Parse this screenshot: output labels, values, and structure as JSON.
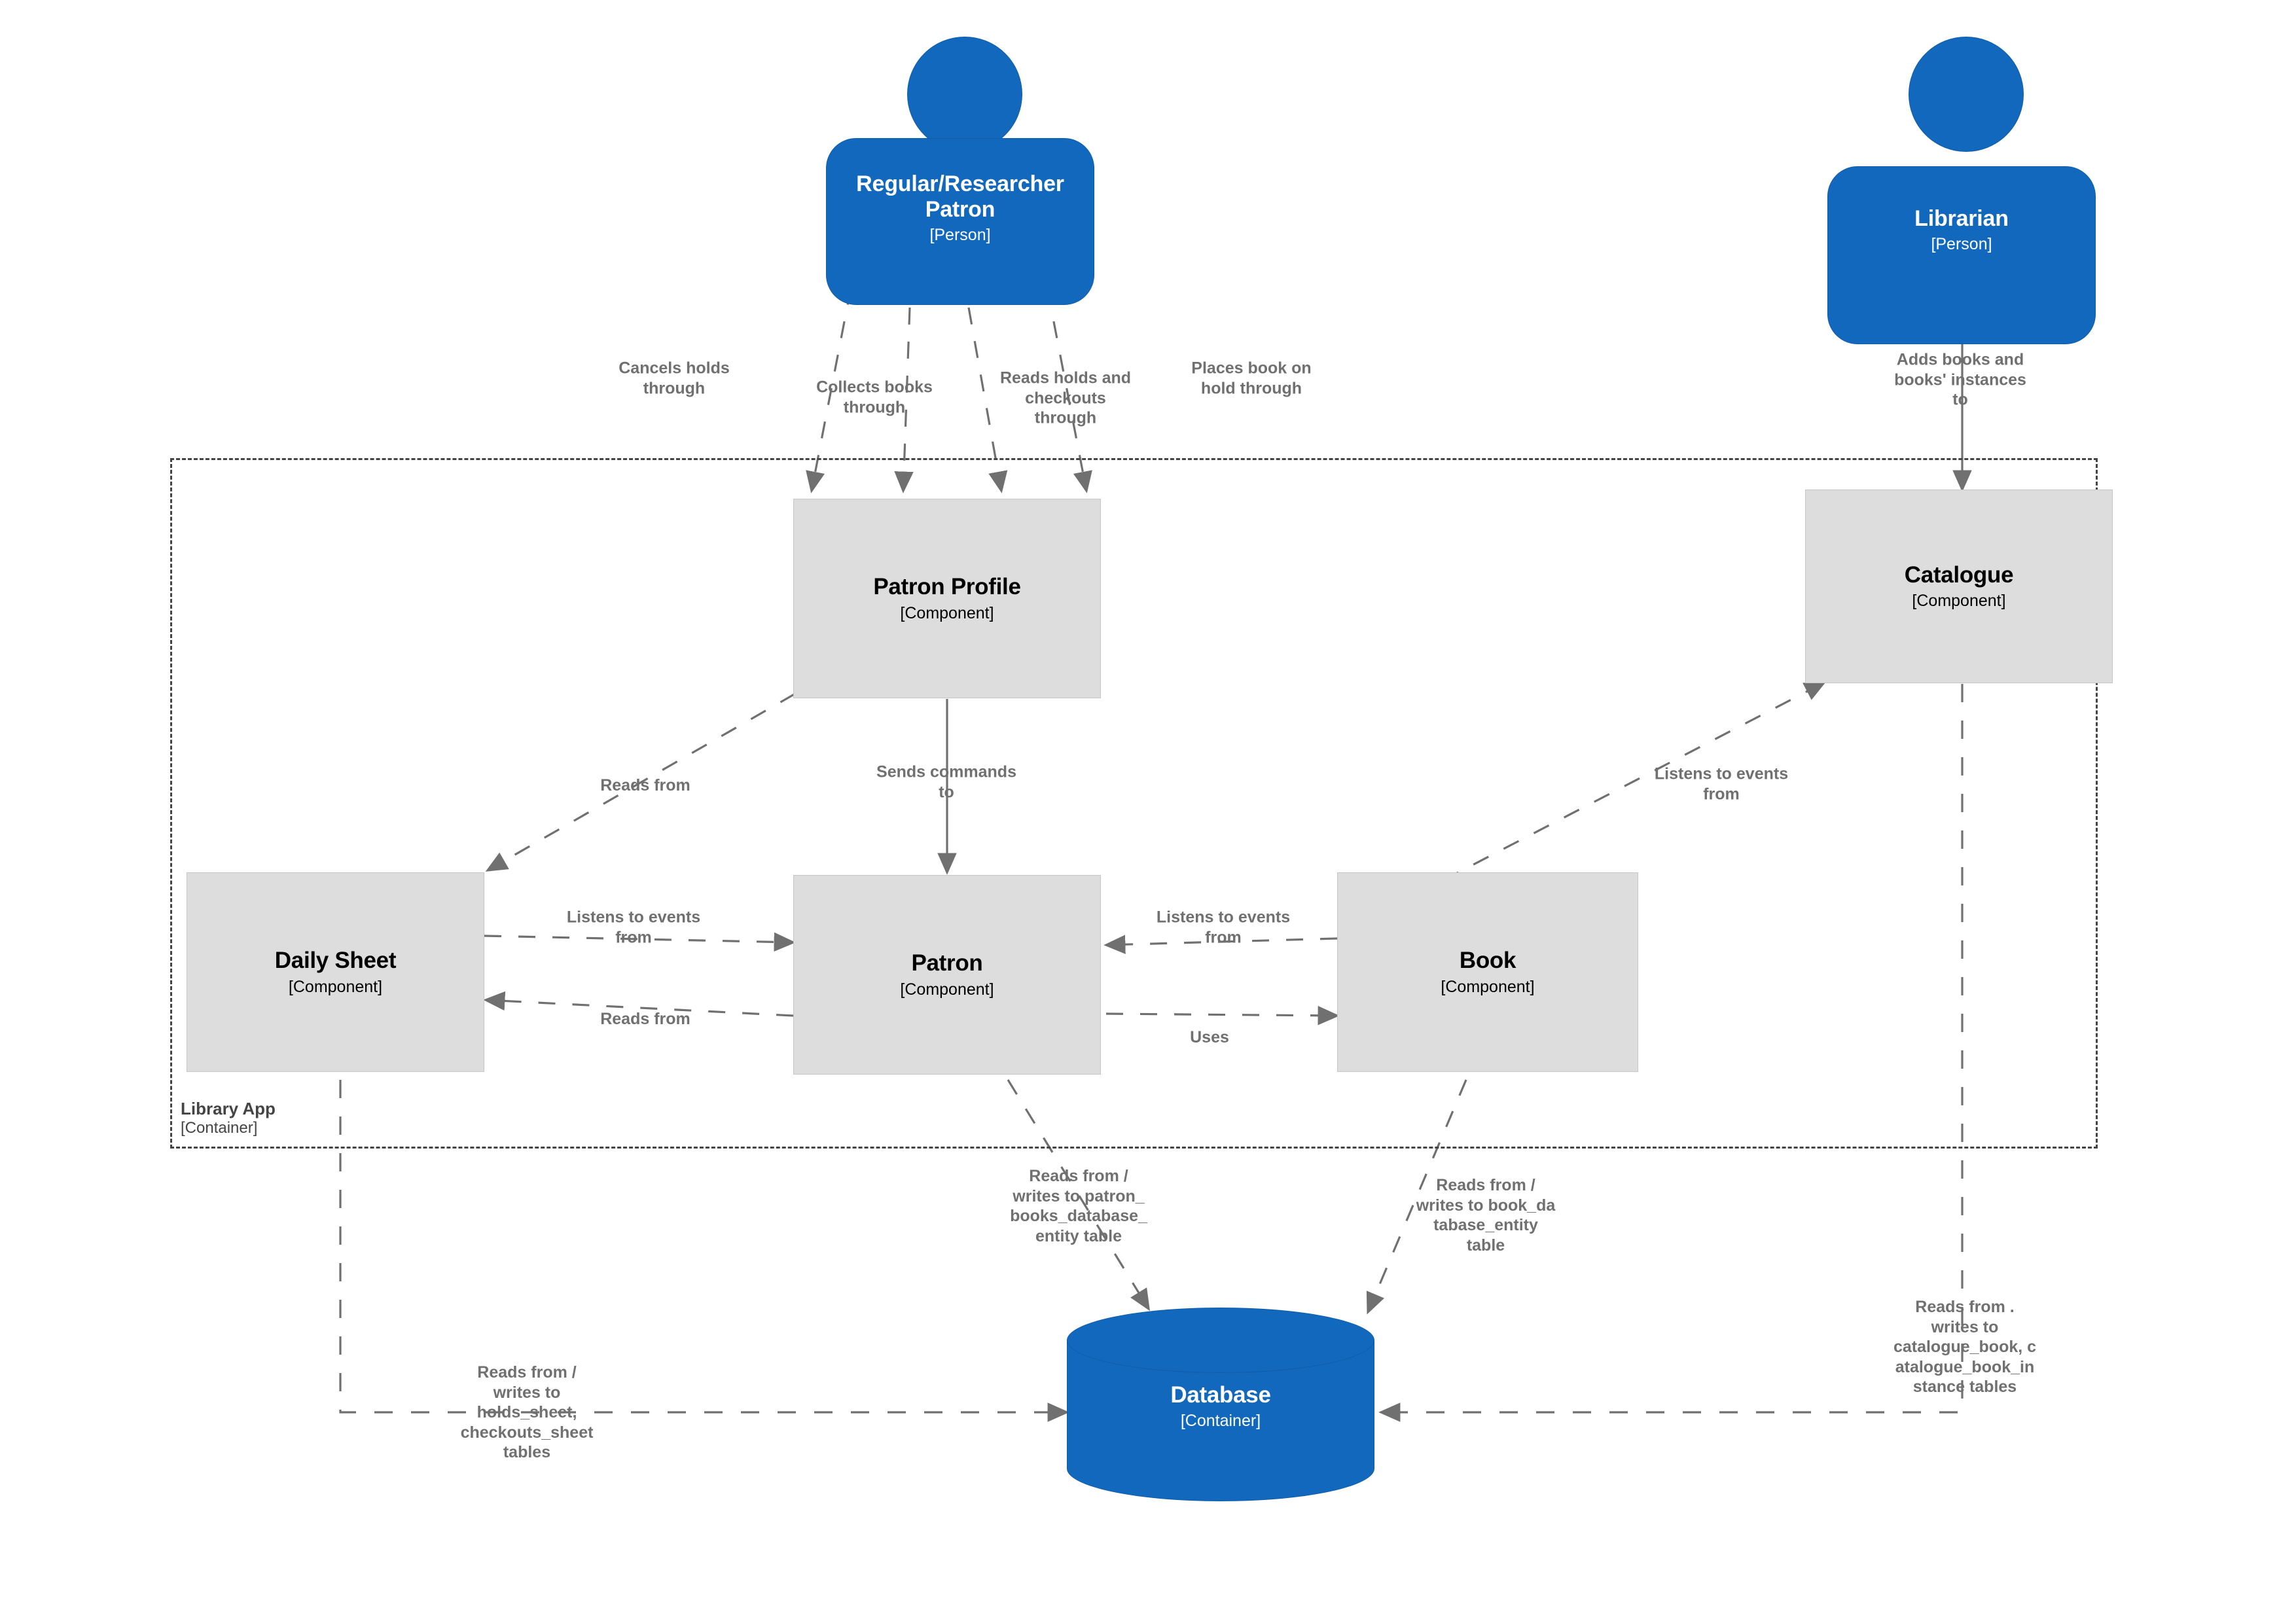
{
  "diagram": {
    "title": "Library App component diagram",
    "colors": {
      "person_fill": "#1168BD",
      "component_fill": "#dddddd",
      "database_fill": "#1168BD",
      "boundary_stroke": "#444444",
      "edge_stroke": "#707070",
      "edge_label_text": "#707070"
    }
  },
  "people": [
    {
      "name": "Regular/Researcher Patron",
      "type": "[Person]"
    },
    {
      "name": "Librarian",
      "type": "[Person]"
    }
  ],
  "boundary": {
    "name": "Library App",
    "type": "[Container]"
  },
  "components": [
    {
      "name": "Patron Profile",
      "type": "[Component]"
    },
    {
      "name": "Catalogue",
      "type": "[Component]"
    },
    {
      "name": "Daily Sheet",
      "type": "[Component]"
    },
    {
      "name": "Patron",
      "type": "[Component]"
    },
    {
      "name": "Book",
      "type": "[Component]"
    }
  ],
  "database": {
    "name": "Database",
    "type": "[Container]"
  },
  "edges": [
    {
      "id": "cancels-holds",
      "label": "Cancels holds\nthrough",
      "from": "Regular/Researcher Patron",
      "to": "Patron Profile"
    },
    {
      "id": "collects-books",
      "label": "Collects books\nthrough",
      "from": "Regular/Researcher Patron",
      "to": "Patron Profile"
    },
    {
      "id": "reads-holds",
      "label": "Reads holds and\ncheckouts\nthrough",
      "from": "Regular/Researcher Patron",
      "to": "Patron Profile"
    },
    {
      "id": "places-book-hold",
      "label": "Places book on\nhold through",
      "from": "Regular/Researcher Patron",
      "to": "Patron Profile"
    },
    {
      "id": "adds-books",
      "label": "Adds books and\nbooks' instances\nto",
      "from": "Librarian",
      "to": "Catalogue"
    },
    {
      "id": "profile-reads-sheet",
      "label": "Reads from",
      "from": "Patron Profile",
      "to": "Daily Sheet"
    },
    {
      "id": "profile-commands",
      "label": "Sends commands\nto",
      "from": "Patron Profile",
      "to": "Patron"
    },
    {
      "id": "sheet-listens-patron",
      "label": "Listens to events\nfrom",
      "from": "Daily Sheet",
      "to": "Patron"
    },
    {
      "id": "patron-reads-sheet",
      "label": "Reads from",
      "from": "Patron",
      "to": "Daily Sheet"
    },
    {
      "id": "book-listens-patron",
      "label": "Listens to events\nfrom",
      "from": "Book",
      "to": "Patron"
    },
    {
      "id": "patron-uses-book",
      "label": "Uses",
      "from": "Patron",
      "to": "Book"
    },
    {
      "id": "catalogue-listens",
      "label": "Listens to events\nfrom",
      "from": "Catalogue",
      "to": "Book"
    },
    {
      "id": "patron-db",
      "label": "Reads from /\nwrites to patron_\nbooks_database_\nentity table",
      "from": "Patron",
      "to": "Database"
    },
    {
      "id": "book-db",
      "label": "Reads from /\nwrites to book_da\ntabase_entity\ntable",
      "from": "Book",
      "to": "Database"
    },
    {
      "id": "sheet-db",
      "label": "Reads from /\nwrites to\nholds_sheet,\ncheckouts_sheet\ntables",
      "from": "Daily Sheet",
      "to": "Database"
    },
    {
      "id": "catalogue-db",
      "label": "Reads from .\nwrites to\ncatalogue_book, c\natalogue_book_in\nstance tables",
      "from": "Catalogue",
      "to": "Database"
    }
  ]
}
